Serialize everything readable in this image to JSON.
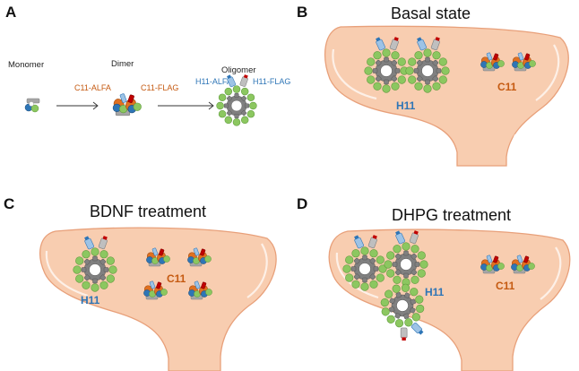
{
  "panels": {
    "a": {
      "letter": "A",
      "monomer": "Monomer",
      "dimer": "Dimer",
      "oligomer": "Oligomer",
      "c11_alfa": "C11-ALFA",
      "c11_flag": "C11-FLAG",
      "h11_alfa": "H11-ALFA",
      "h11_flag": "H11-FLAG"
    },
    "b": {
      "letter": "B",
      "title": "Basal state",
      "h11": "H11",
      "c11": "C11"
    },
    "c": {
      "letter": "C",
      "title": "BDNF treatment",
      "h11": "H11",
      "c11": "C11"
    },
    "d": {
      "letter": "D",
      "title": "DHPG treatment",
      "h11": "H11",
      "c11": "C11"
    }
  },
  "colors": {
    "cell_fill": "#f8cdb0",
    "cell_stroke": "#e8a07a",
    "green": "#8cc760",
    "blue": "#2e75b6",
    "orange": "#e07020",
    "red": "#c00000",
    "grey": "#7f7f7f",
    "c11_text": "#c55a11",
    "h11_text": "#2e75b6"
  }
}
